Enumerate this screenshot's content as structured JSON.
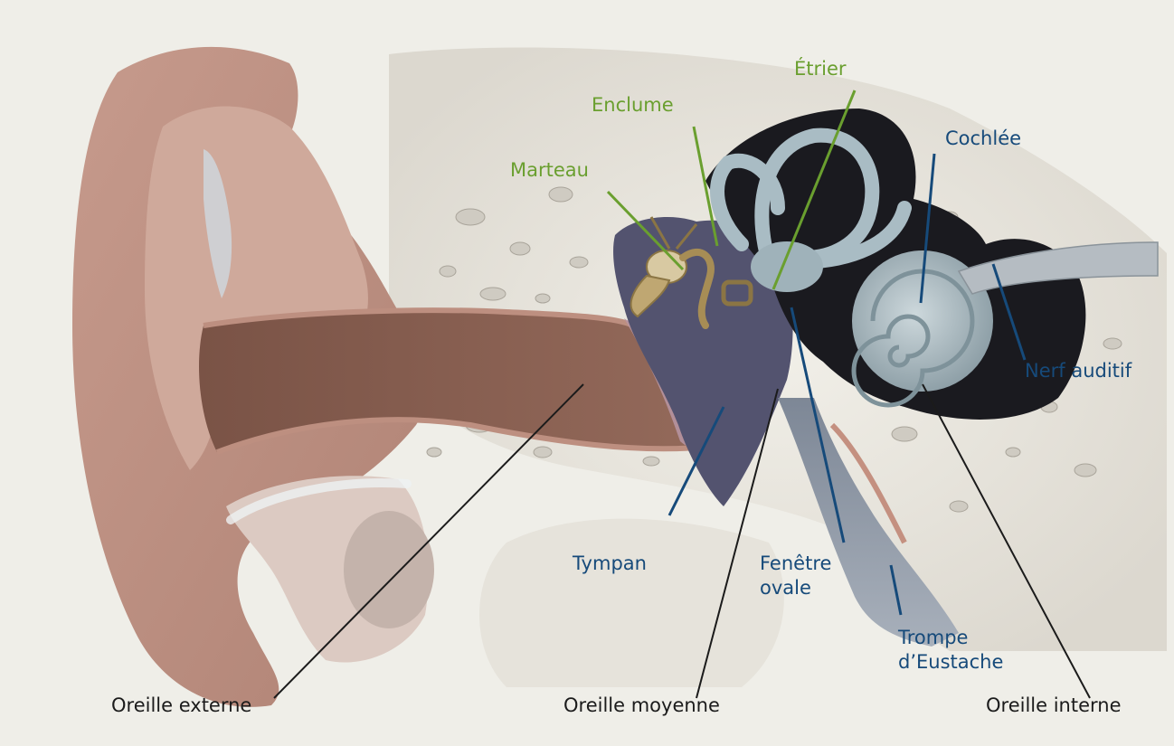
{
  "colors": {
    "background": "#efeee8",
    "ossicle_label": "#6a9f2f",
    "structure_label": "#164a7a",
    "region_label": "#1b1b1b"
  },
  "labels": {
    "enclume": "Enclume",
    "etrier": "Étrier",
    "marteau": "Marteau",
    "cochlee": "Cochlée",
    "nerf_auditif": "Nerf auditif",
    "tympan": "Tympan",
    "fenetre_ovale": "Fenêtre\novale",
    "trompe_eustache": "Trompe\nd’Eustache",
    "oreille_externe": "Oreille externe",
    "oreille_moyenne": "Oreille moyenne",
    "oreille_interne": "Oreille interne"
  }
}
